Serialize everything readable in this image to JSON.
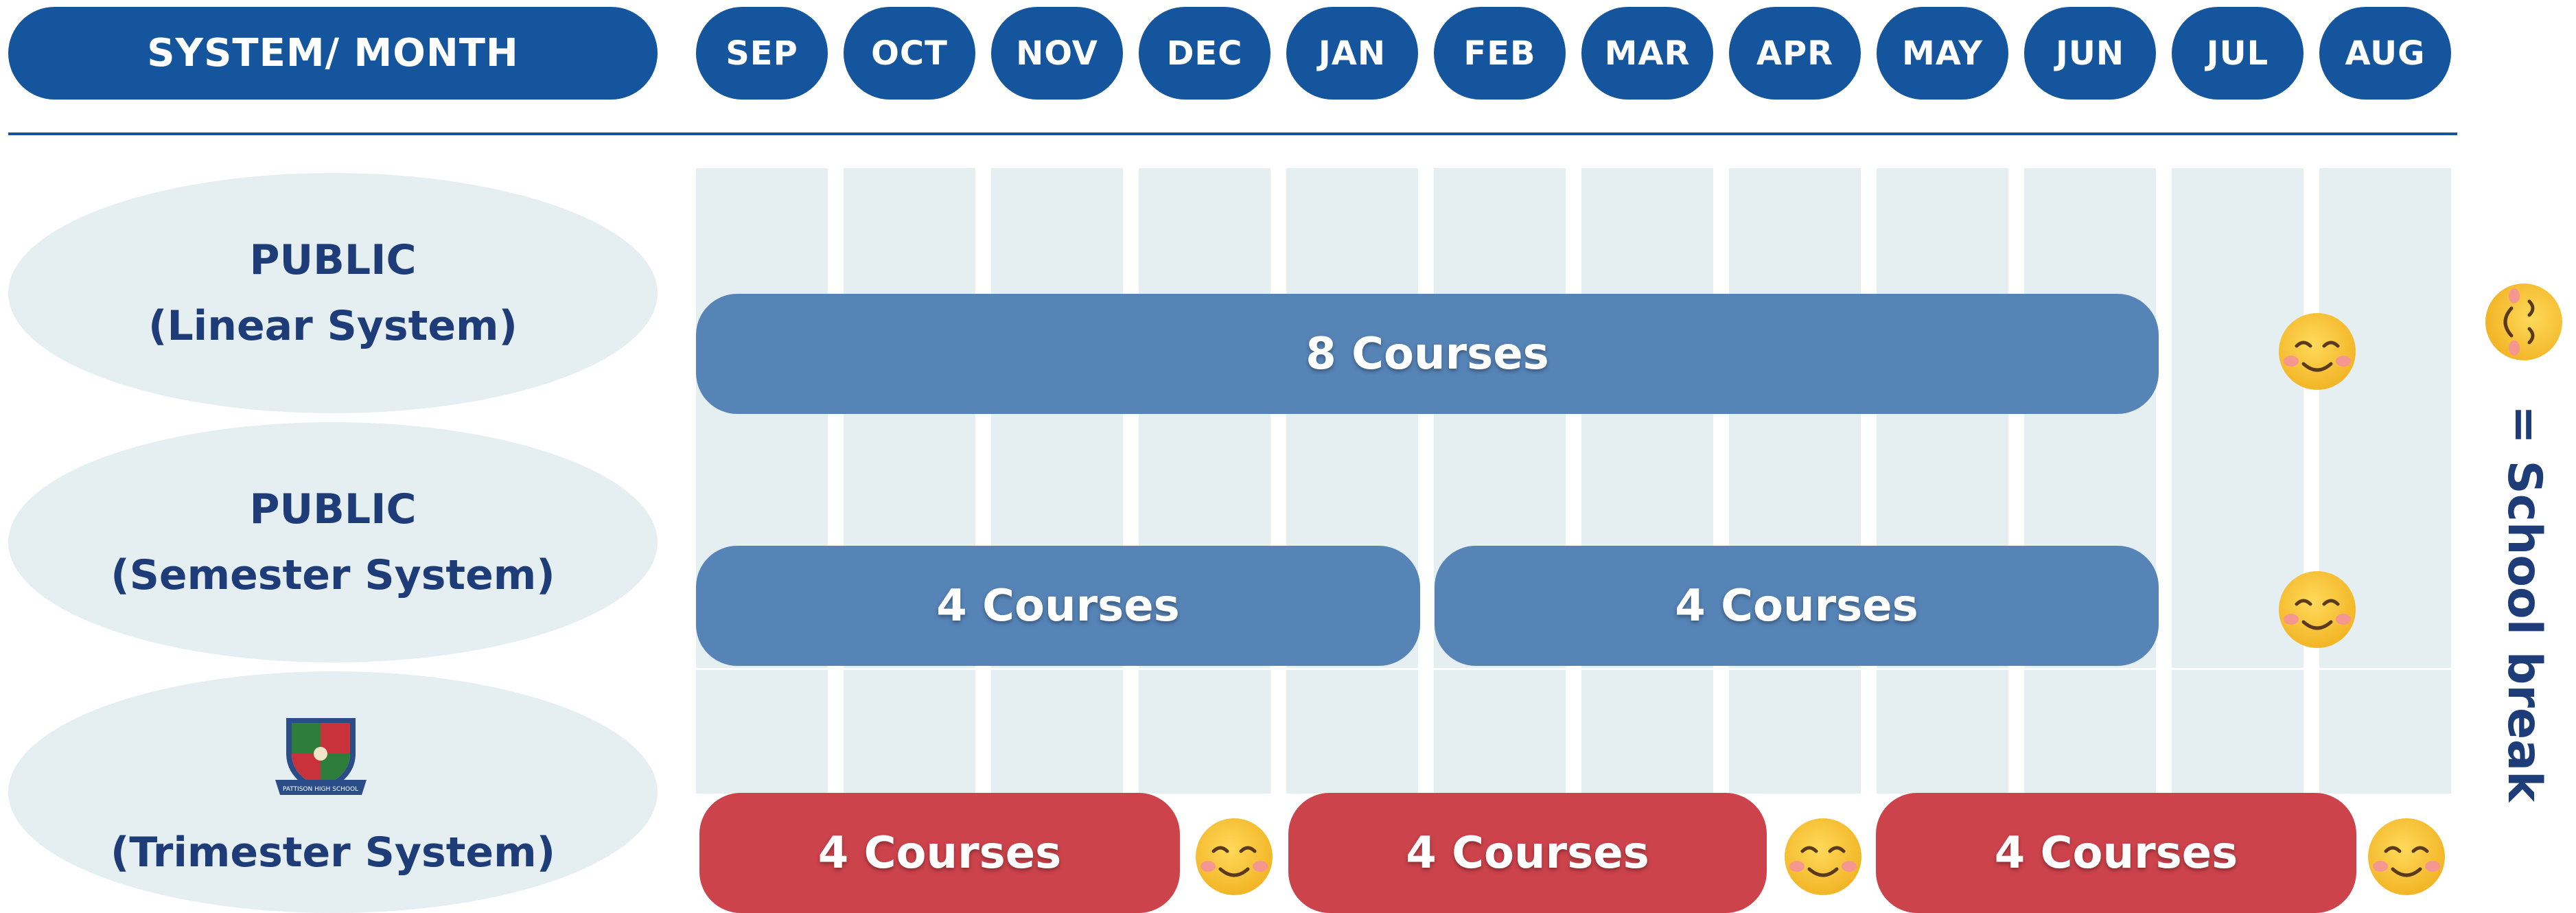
{
  "header": {
    "system_month_label": "SYSTEM/ MONTH"
  },
  "months": [
    "SEP",
    "OCT",
    "NOV",
    "DEC",
    "JAN",
    "FEB",
    "MAR",
    "APR",
    "MAY",
    "JUN",
    "JUL",
    "AUG"
  ],
  "rows": {
    "linear": {
      "line1": "PUBLIC",
      "line2": "(Linear System)"
    },
    "semester": {
      "line1": "PUBLIC",
      "line2": "(Semester System)"
    },
    "trimester": {
      "logo_text": "PATTISON HIGH SCHOOL",
      "line2": "(Trimester System)"
    }
  },
  "bars": {
    "linear": [
      {
        "label": "8 Courses",
        "start_month": "SEP",
        "end_month": "JUN",
        "color": "#5684b7"
      }
    ],
    "semester": [
      {
        "label": "4 Courses",
        "start_month": "SEP",
        "end_month": "JAN",
        "color": "#5684b7"
      },
      {
        "label": "4 Courses",
        "start_month": "FEB",
        "end_month": "JUN",
        "color": "#5684b7"
      }
    ],
    "trimester": [
      {
        "label": "4 Courses",
        "start_month": "SEP",
        "end_month": "DEC",
        "color": "#cd434b"
      },
      {
        "label": "4 Courses",
        "start_month": "JAN",
        "end_month": "APR",
        "color": "#cd434b"
      },
      {
        "label": "4 Courses",
        "start_month": "MAY",
        "end_month": "AUG",
        "color": "#cd434b"
      }
    ]
  },
  "legend": {
    "icon": "smiley-face-icon",
    "text": "= School break"
  },
  "colors": {
    "header": "#14559d",
    "cell": "#e5eef0",
    "public_bar": "#5684b7",
    "trimester_bar": "#cd434b",
    "label_text": "#1d3c78",
    "smiley": "#f8c43a"
  }
}
